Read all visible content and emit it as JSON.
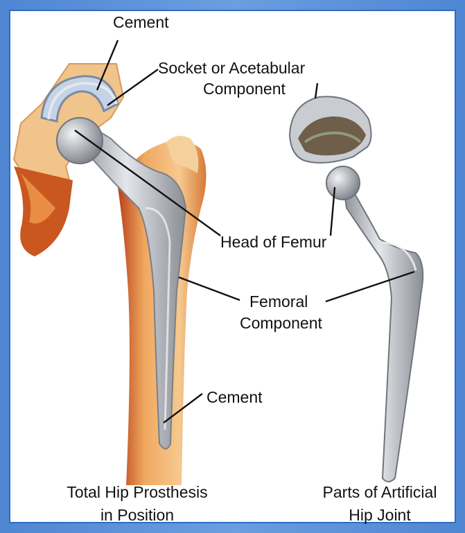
{
  "labels": {
    "cement_top": "Cement",
    "socket_line1": "Socket or Acetabular",
    "socket_line2": "Component",
    "head_of_femur": "Head of Femur",
    "femoral_line1": "Femoral",
    "femoral_line2": "Component",
    "cement_bottom": "Cement"
  },
  "captions": {
    "left_line1": "Total Hip Prosthesis",
    "left_line2": "in Position",
    "right_line1": "Parts of Artificial",
    "right_line2": "Hip Joint"
  },
  "colors": {
    "frame": "#5b8fd6",
    "bone_outer": "#e9a15f",
    "bone_inner": "#c9571f",
    "metal": "#b9bdc4",
    "pelvis": "#f0c48a"
  }
}
